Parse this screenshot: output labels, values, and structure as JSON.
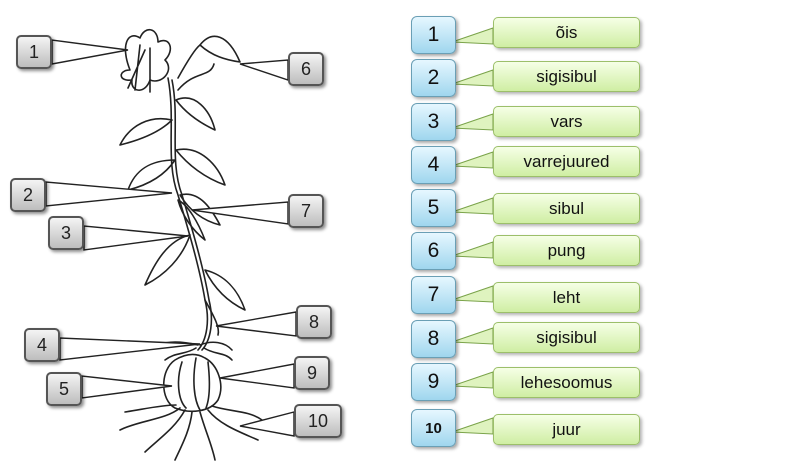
{
  "diagram_labels": [
    "1",
    "2",
    "3",
    "4",
    "5",
    "6",
    "7",
    "8",
    "9",
    "10"
  ],
  "answers": [
    {
      "number": "1",
      "text": "õis"
    },
    {
      "number": "2",
      "text": "sigisibul"
    },
    {
      "number": "3",
      "text": "vars"
    },
    {
      "number": "4",
      "text": "varrejuured"
    },
    {
      "number": "5",
      "text": "sibul"
    },
    {
      "number": "6",
      "text": "pung"
    },
    {
      "number": "7",
      "text": "leht"
    },
    {
      "number": "8",
      "text": "sigisibul"
    },
    {
      "number": "9",
      "text": "lehesoomus"
    },
    {
      "number": "10",
      "text": "juur"
    }
  ],
  "colors": {
    "number_box": "#a9dcf2",
    "answer_box": "#d9f2b4",
    "callout_box": "#d0d0d0",
    "outline": "#222222"
  }
}
